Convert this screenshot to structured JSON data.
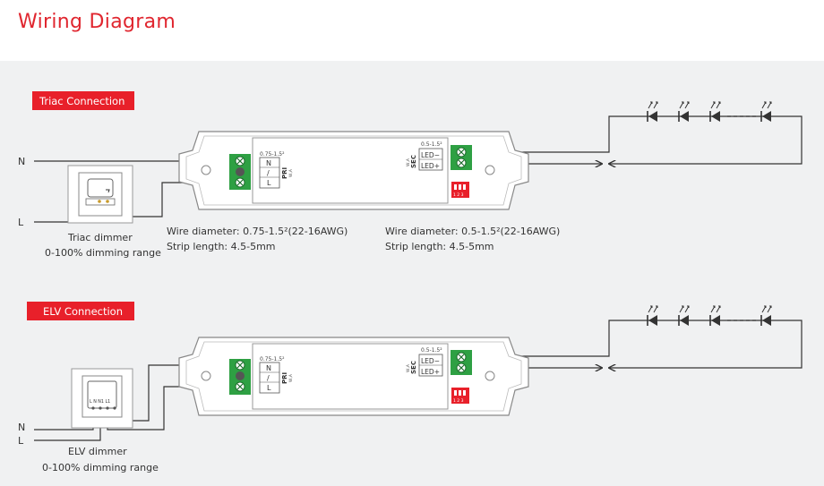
{
  "title": "Wiring Diagram",
  "colors": {
    "title": "#e0262f",
    "badge": "#e8202a",
    "terminal": "#2ea043",
    "dip": "#e8202a",
    "line": "#333333",
    "panel": "#f0f1f2"
  },
  "triac": {
    "badge": "Triac Connection",
    "n_label": "N",
    "l_label": "L",
    "dimmer_name": "Triac dimmer",
    "dimmer_range": "0-100% dimming range",
    "pri_spec": "0.75-1.5²",
    "pri_n": "N",
    "pri_slash": "/",
    "pri_l": "L",
    "pri_label": "PRI",
    "pri_sub": "W,A",
    "sec_spec": "0.5-1.5²",
    "sec_led_minus": "LED−",
    "sec_led_plus": "LED+",
    "sec_label": "SEC",
    "sec_sub": "W,A",
    "dip_text": "1 2 3",
    "pri_wire": "Wire diameter: 0.75-1.5²(22-16AWG)",
    "pri_strip": "Strip length: 4.5-5mm",
    "sec_wire": "Wire diameter: 0.5-1.5²(22-16AWG)",
    "sec_strip": "Strip length: 4.5-5mm"
  },
  "elv": {
    "badge": "ELV Connection",
    "n_label": "N",
    "l_label": "L",
    "dimmer_terminals": "L  N  N1 L1",
    "dimmer_name": "ELV dimmer",
    "dimmer_range": "0-100% dimming range",
    "pri_spec": "0.75-1.5²",
    "pri_n": "N",
    "pri_slash": "/",
    "pri_l": "L",
    "pri_label": "PRI",
    "pri_sub": "W,A",
    "sec_spec": "0.5-1.5²",
    "sec_led_minus": "LED−",
    "sec_led_plus": "LED+",
    "sec_label": "SEC",
    "sec_sub": "W,A",
    "dip_text": "1 2 3"
  },
  "icons": [
    "led-diode-icon",
    "screw-terminal-icon",
    "dip-switch-icon",
    "dimmer-icon",
    "arrow-right-icon",
    "arrow-left-icon"
  ]
}
